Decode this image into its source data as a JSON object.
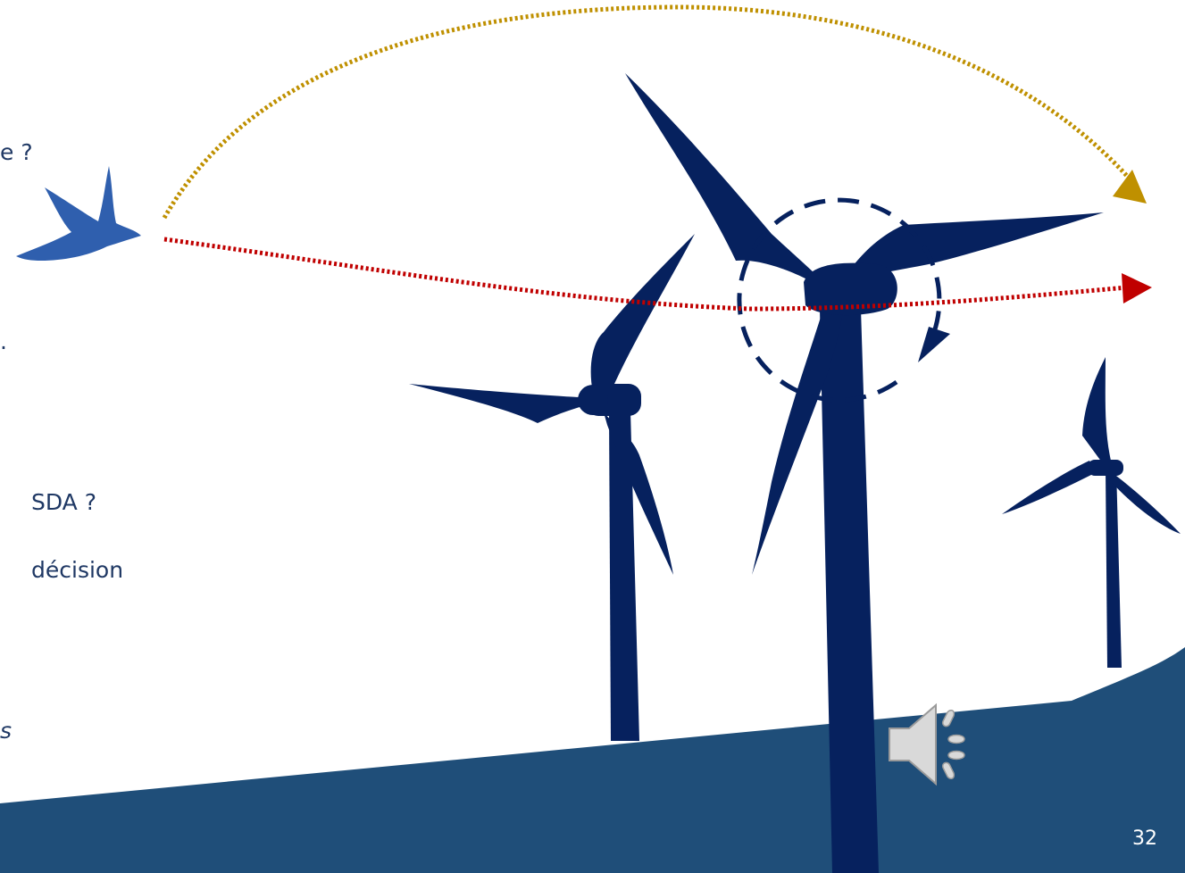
{
  "slide": {
    "text_fragments": [
      {
        "id": "frag-1",
        "text": "e ?",
        "style": "normal"
      },
      {
        "id": "frag-2",
        "text": ".",
        "style": "normal"
      },
      {
        "id": "frag-3",
        "text": "SDA ?",
        "style": "normal"
      },
      {
        "id": "frag-4",
        "text": "décision",
        "style": "normal"
      },
      {
        "id": "frag-5",
        "text": "s",
        "style": "italic"
      }
    ],
    "page_number": "32"
  },
  "icons": {
    "bird": "bird-icon",
    "speaker": "speaker-icon",
    "rotation_arrow": "rotation-arrow-icon"
  },
  "colors": {
    "turbine": "#06215e",
    "ground": "#1f4e79",
    "bird": "#2f5fae",
    "arc_path": "#bf9000",
    "straight_path": "#c00000",
    "text": "#1f3864",
    "speaker": "#d9d9d9"
  }
}
